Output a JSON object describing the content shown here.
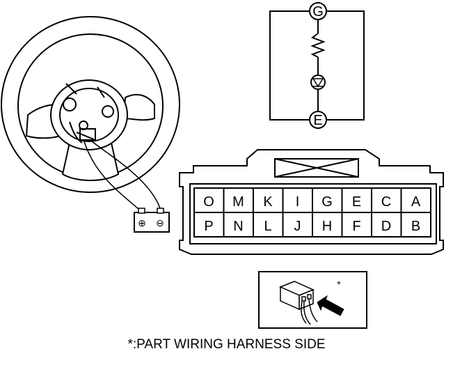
{
  "circuit": {
    "top_terminal": "G",
    "bottom_terminal": "E"
  },
  "battery": {
    "positive_symbol": "⊕",
    "negative_symbol": "⊖"
  },
  "connector": {
    "top_row": [
      "O",
      "M",
      "K",
      "I",
      "G",
      "E",
      "C",
      "A"
    ],
    "bottom_row": [
      "P",
      "N",
      "L",
      "J",
      "H",
      "F",
      "D",
      "B"
    ]
  },
  "inset": {
    "marker": "*"
  },
  "caption": "*:PART WIRING HARNESS SIDE"
}
